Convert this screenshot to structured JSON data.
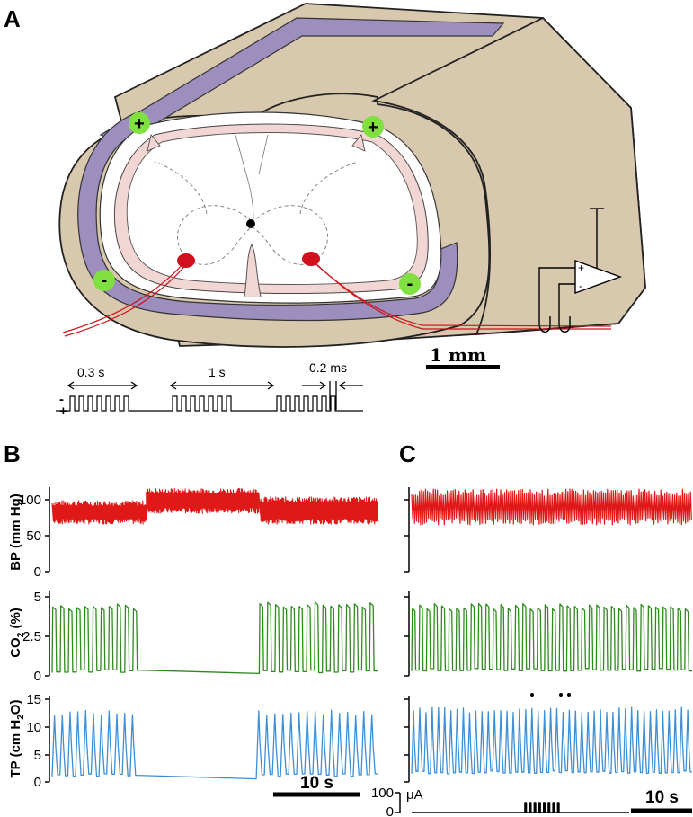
{
  "panels": {
    "a": "A",
    "b": "B",
    "c": "C"
  },
  "diagram": {
    "electrode_pos": "+",
    "electrode_neg": "-",
    "amp_plus": "+",
    "amp_minus": "-",
    "scale_label": "1 mm",
    "stim_time_1": "0.3 s",
    "stim_time_2": "1 s",
    "stim_time_3": "0.2 ms",
    "stim_sign_neg": "-",
    "stim_sign_pos": "+"
  },
  "axes": {
    "bp": {
      "label": "BP (mm Hg)",
      "ticks": [
        "0",
        "50",
        "100"
      ]
    },
    "co2": {
      "label_main": "CO",
      "label_sub": "2",
      "label_tail": " (%)",
      "ticks": [
        "0",
        "2.5",
        "5"
      ]
    },
    "tp": {
      "label_main": "TP (cm H",
      "label_sub": "2",
      "label_tail": "O)",
      "ticks": [
        "0",
        "5",
        "10",
        "15"
      ]
    },
    "stim": {
      "label_100": "100",
      "label_0": "0",
      "unit": "μA"
    },
    "time_scale_b": "10 s",
    "time_scale_c": "10 s"
  },
  "colors": {
    "bp": "#e01818",
    "co2": "#2f8a1f",
    "tp": "#3d8fd6",
    "outer_tissue": "#d7c8ae",
    "dura": "#9d8fbd",
    "pia": "#f2d6d4",
    "electrode_green": "#7fe040",
    "electrode_red": "#d0101a"
  },
  "chart_data": [
    {
      "type": "line",
      "panel": "B",
      "series": [
        {
          "name": "BP",
          "unit": "mm Hg",
          "segments": [
            {
              "t": [
                0,
                9.5
              ],
              "low": 70,
              "high": 95
            },
            {
              "t": [
                9.5,
                21
              ],
              "low": 85,
              "high": 112
            },
            {
              "t": [
                21,
                33
              ],
              "low": 70,
              "high": 100
            }
          ]
        },
        {
          "name": "CO2",
          "unit": "%",
          "segments": [
            {
              "t": [
                0,
                9
              ],
              "low": 0.2,
              "high": 4.4,
              "cycles": 11
            },
            {
              "t": [
                9,
                21
              ],
              "low": 0.1,
              "high": 0.1
            },
            {
              "t": [
                21,
                33
              ],
              "low": 0.2,
              "high": 4.5,
              "cycles": 15
            }
          ]
        },
        {
          "name": "TP",
          "unit": "cm H2O",
          "segments": [
            {
              "t": [
                0,
                8.7
              ],
              "low": 1,
              "high": 12.5,
              "cycles": 11
            },
            {
              "t": [
                8.7,
                20.7
              ],
              "low": 0.5,
              "high": 0.5
            },
            {
              "t": [
                20.7,
                33
              ],
              "low": 1,
              "high": 12.5,
              "cycles": 15
            }
          ]
        }
      ],
      "ylim": {
        "BP": [
          0,
          120
        ],
        "CO2": [
          0,
          5
        ],
        "TP": [
          0,
          15
        ]
      }
    },
    {
      "type": "line",
      "panel": "C",
      "series": [
        {
          "name": "BP",
          "unit": "mm Hg",
          "low": 70,
          "high": 110
        },
        {
          "name": "CO2",
          "unit": "%",
          "low": 0.3,
          "high": 4.4,
          "cycles": 38
        },
        {
          "name": "TP",
          "unit": "cm H2O",
          "low": 1.5,
          "high": 13,
          "cycles": 45
        },
        {
          "name": "Stimulus",
          "unit": "μA",
          "pulses": 8,
          "amplitude": 50
        }
      ],
      "ylim": {
        "BP": [
          0,
          120
        ],
        "CO2": [
          0,
          5
        ],
        "TP": [
          0,
          15
        ],
        "Stimulus": [
          0,
          100
        ]
      }
    }
  ]
}
